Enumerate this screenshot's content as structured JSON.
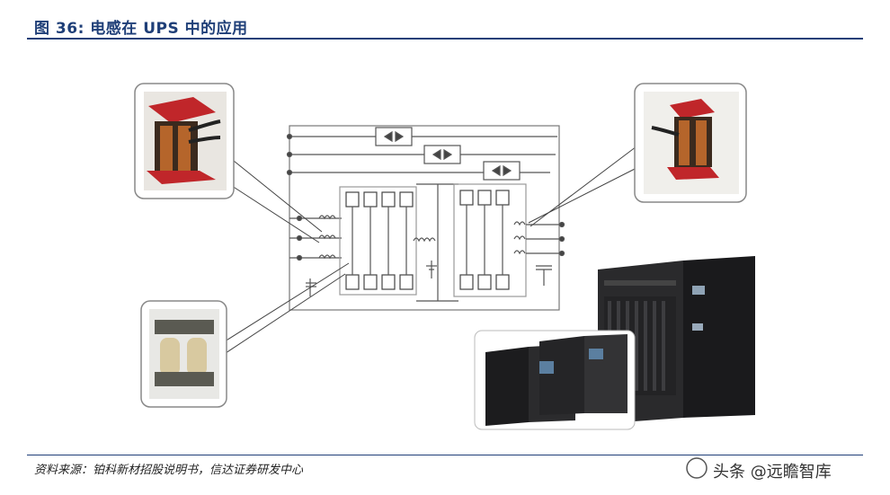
{
  "figure": {
    "title": "图 36: 电感在 UPS 中的应用",
    "source": "资料来源：铂科新材招股说明书，信达证券研发中心",
    "watermark": "头条 @远瞻智库"
  },
  "colors": {
    "title_blue": "#1f3f78",
    "circuit_line": "#555555",
    "inductor_red": "#c0262a",
    "copper": "#b5652b",
    "cabinet_dark": "#1a1a1c"
  }
}
